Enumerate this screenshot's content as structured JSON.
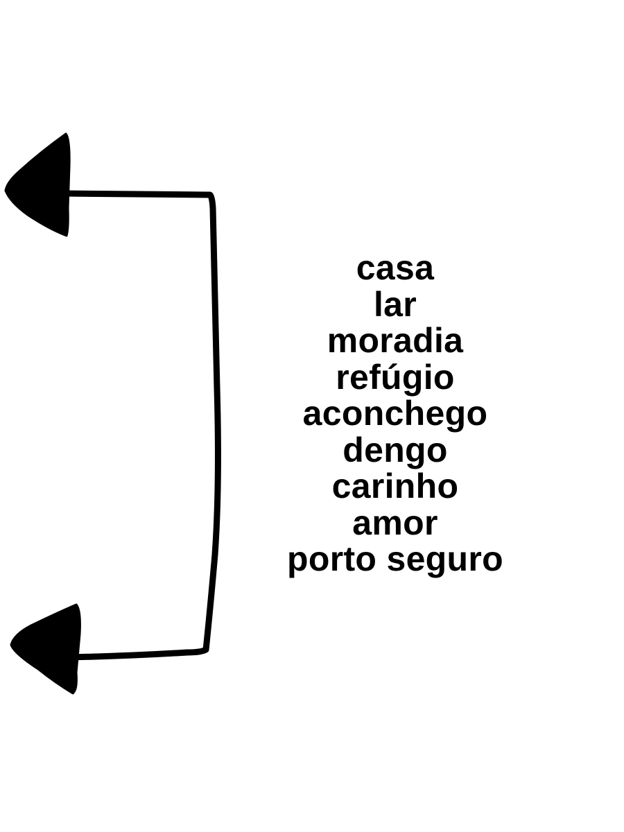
{
  "words": [
    "casa",
    "lar",
    "moradia",
    "refúgio",
    "aconchego",
    "dengo",
    "carinho",
    "amor",
    "porto seguro"
  ],
  "colors": {
    "background": "#ffffff",
    "ink": "#000000"
  },
  "icons": {
    "top_arrow": "arrow-left-icon",
    "bottom_arrow": "arrow-left-icon"
  }
}
